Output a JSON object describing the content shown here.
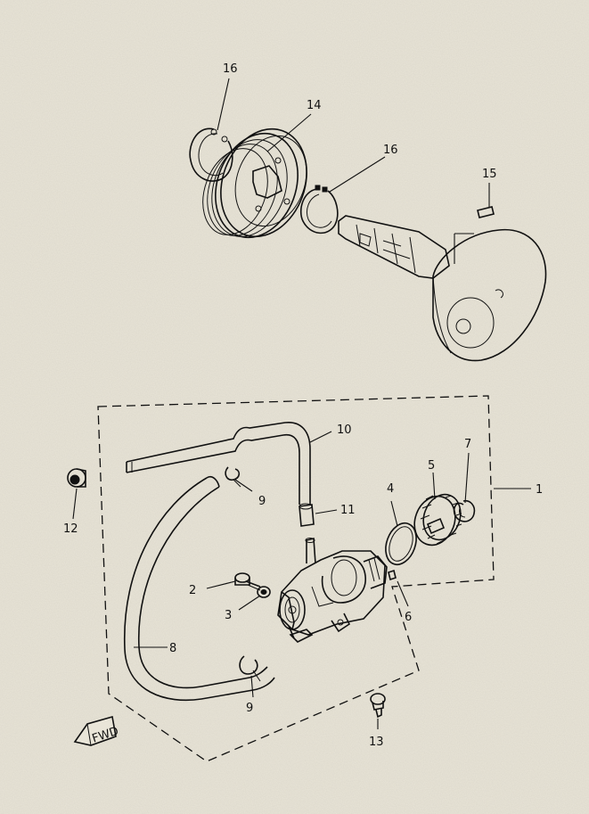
{
  "diagram": {
    "labels": [
      "16",
      "14",
      "16",
      "15",
      "10",
      "1",
      "9",
      "11",
      "4",
      "5",
      "7",
      "12",
      "2",
      "3",
      "6",
      "8",
      "9",
      "13"
    ],
    "fwd_mark": "FWD"
  },
  "colors": {
    "paper": "#e9e5d8",
    "ink": "#111111"
  }
}
